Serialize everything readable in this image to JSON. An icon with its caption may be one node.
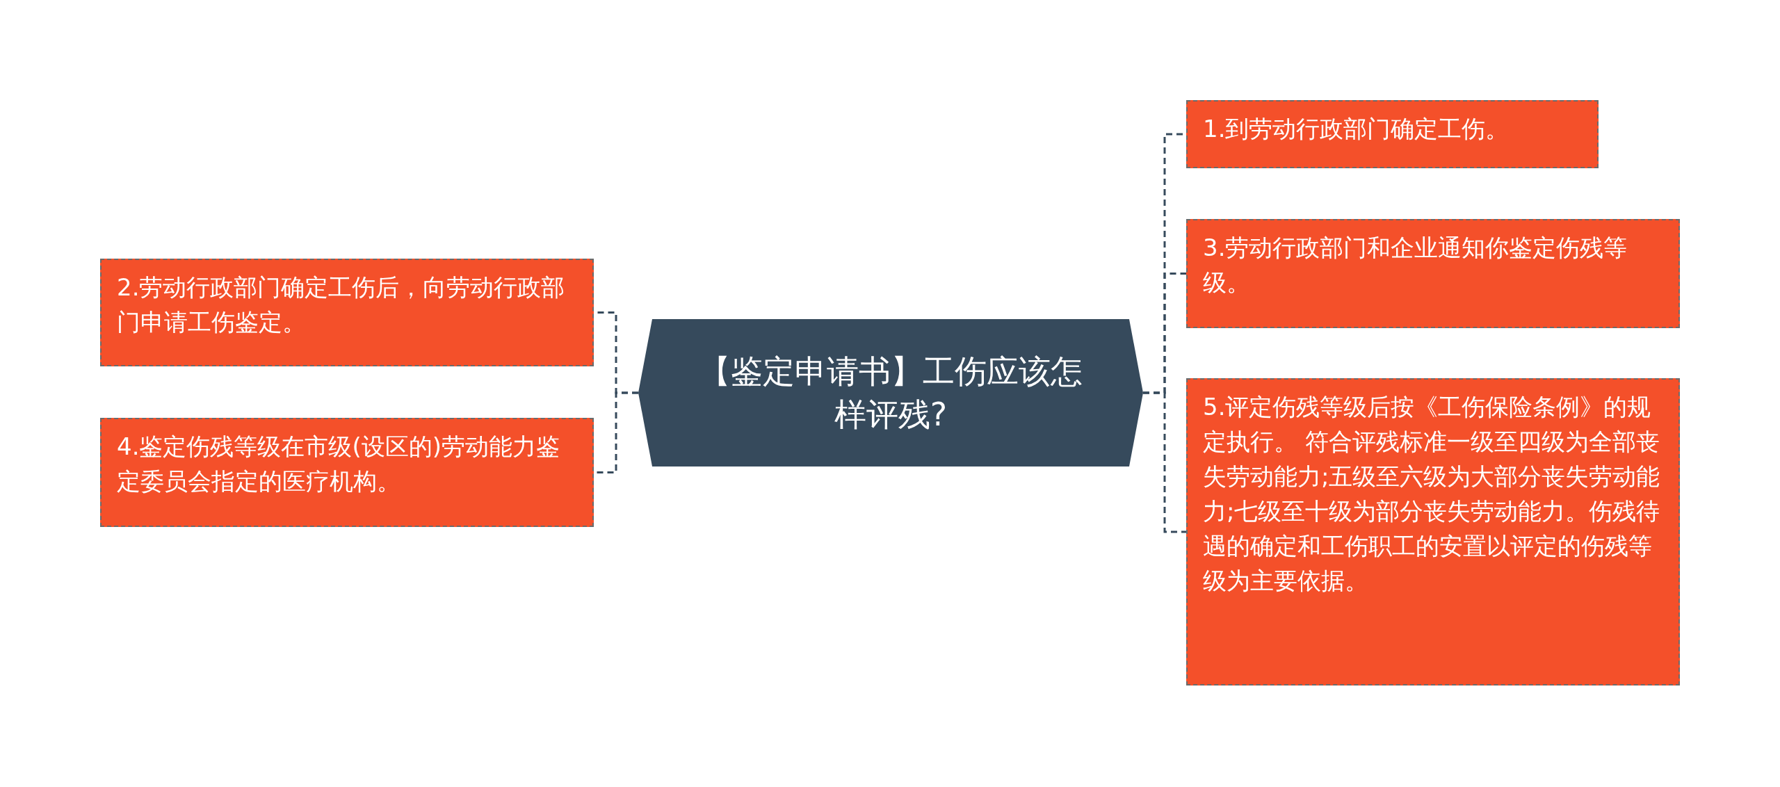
{
  "diagram": {
    "nodes": [
      {
        "text": [
          "【鉴定申请书】工伤应该怎样评残?"
        ]
      },
      {
        "text": [
          "1.到劳动行政部门确定工伤。"
        ]
      },
      {
        "text": [
          "2.劳动行政部门确定工伤后，向劳动行政部门申请工伤鉴定。"
        ]
      },
      {
        "text": [
          "3.劳动行政部门和企业通知你鉴定伤残等级。"
        ]
      },
      {
        "text": [
          "4.鉴定伤残等级在市级(设区的)劳动能力鉴定委员会指定的医疗机构。"
        ]
      },
      {
        "text": [
          "5.评定伤残等级后按《工伤保险条例》的规定执行。 符合评残标准一级至四级为全部丧失劳动能力;五级至六级为大部分丧失劳动能力;七级至十级为部分丧失劳动能力。伤残待遇的确定和工伤职工的安置以评定的伤残等级为主要依据。"
        ]
      }
    ],
    "edges": [
      {
        "from": 0,
        "to": 1,
        "arrow": "none",
        "style": "dashed"
      },
      {
        "from": 0,
        "to": 2,
        "arrow": "none",
        "style": "dashed"
      },
      {
        "from": 0,
        "to": 3,
        "arrow": "none",
        "style": "dashed"
      },
      {
        "from": 0,
        "to": 4,
        "arrow": "none",
        "style": "dashed"
      },
      {
        "from": 0,
        "to": 5,
        "arrow": "none",
        "style": "dashed"
      }
    ]
  }
}
